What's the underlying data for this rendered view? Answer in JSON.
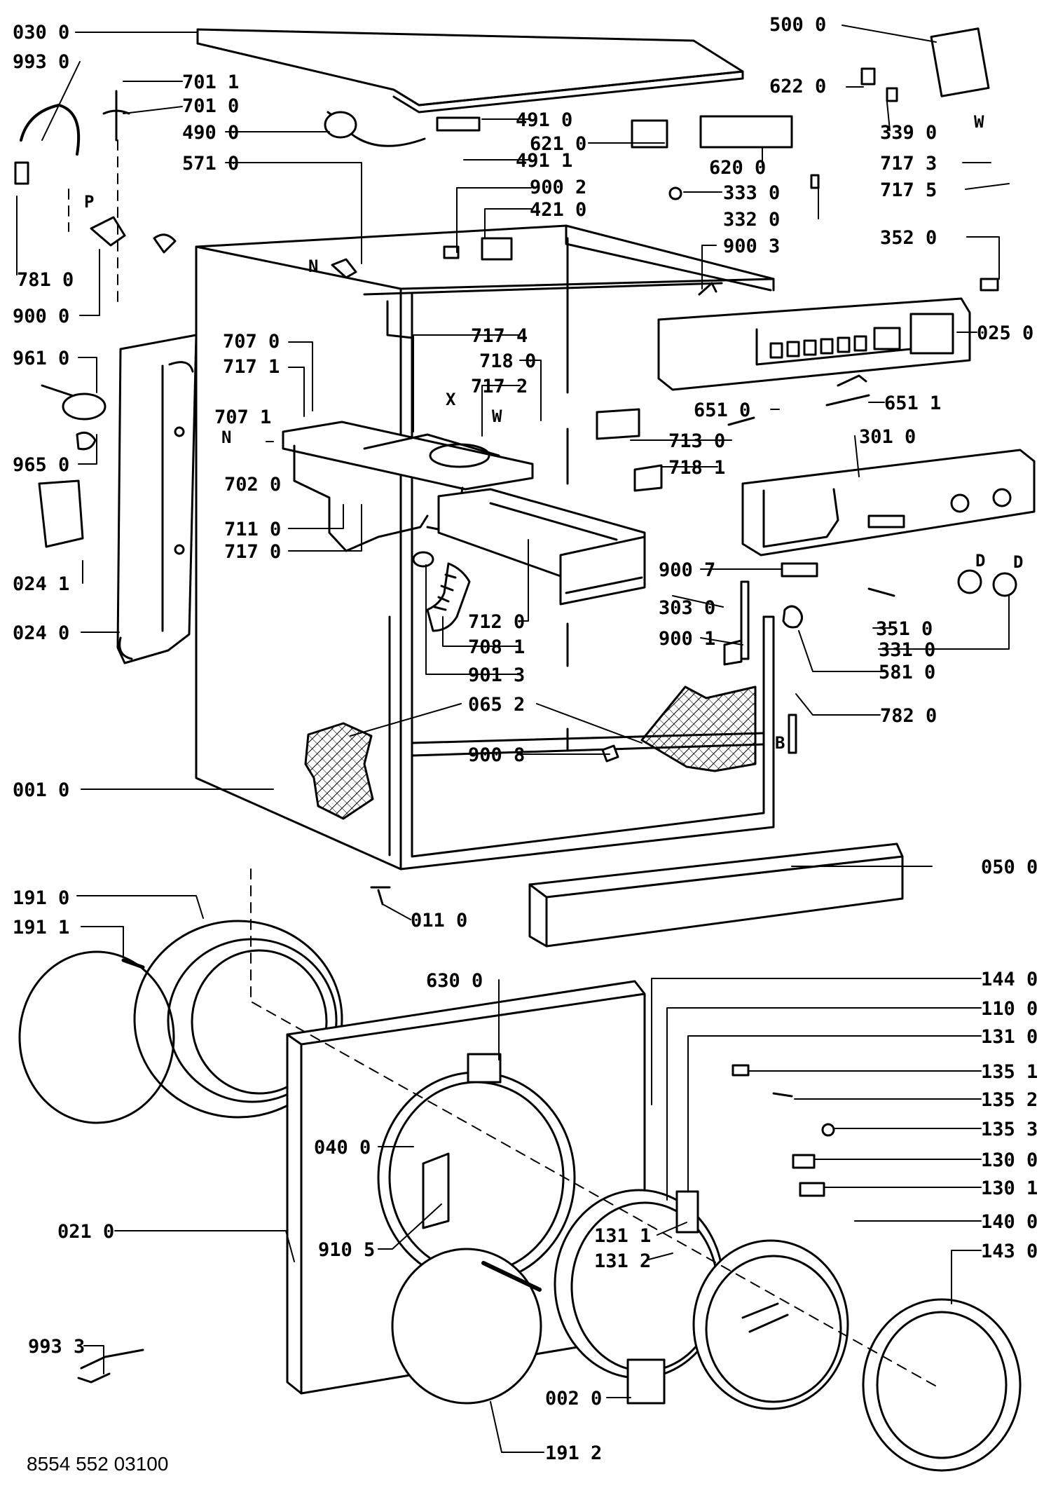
{
  "doc_number": "8554 552 03100",
  "letter_marks": {
    "p": "P",
    "n_top": "N",
    "n_left": "N",
    "x": "X",
    "w_mid": "W",
    "w_right": "W",
    "d1": "D",
    "d2": "D",
    "b": "B"
  },
  "labels": {
    "l0300": "030 0",
    "l9930": "993 0",
    "l7011": "701 1",
    "l7010": "701 0",
    "l4900": "490 0",
    "l5710": "571 0",
    "l7810": "781 0",
    "l9000": "900 0",
    "l9610": "961 0",
    "l9650": "965 0",
    "l0241": "024 1",
    "l0240": "024 0",
    "l7070": "707 0",
    "l7171": "717 1",
    "l7071": "707 1",
    "l7020": "702 0",
    "l7110": "711 0",
    "l7170": "717 0",
    "l0010": "001 0",
    "l4910": "491 0",
    "l6210": "621 0",
    "l4911": "491 1",
    "l9002": "900 2",
    "l4210": "421 0",
    "l7174": "717 4",
    "l7180": "718 0",
    "l7172": "717 2",
    "l7120": "712 0",
    "l7081": "708 1",
    "l9013": "901 3",
    "l0652": "065 2",
    "l9008": "900 8",
    "l0110": "011 0",
    "l5000": "500 0",
    "l6220": "622 0",
    "l3390": "339 0",
    "l7173": "717 3",
    "l7175": "717 5",
    "l6200": "620 0",
    "l3330": "333 0",
    "l3320": "332 0",
    "l3520": "352 0",
    "l9003": "900 3",
    "l0250": "025 0",
    "l6510": "651 0",
    "l6511": "651 1",
    "l7130": "713 0",
    "l3010": "301 0",
    "l7181": "718 1",
    "l9007": "900 7",
    "l3030": "303 0",
    "l9001": "900 1",
    "l3510": "351 0",
    "l3310": "331 0",
    "l5810": "581 0",
    "l7820": "782 0",
    "l0500": "050 0",
    "l1910": "191 0",
    "l1911": "191 1",
    "l6300": "630 0",
    "l1440": "144 0",
    "l1100": "110 0",
    "l1310": "131 0",
    "l1351": "135 1",
    "l1352": "135 2",
    "l1353": "135 3",
    "l1300": "130 0",
    "l1301": "130 1",
    "l1400": "140 0",
    "l1430": "143 0",
    "l0400": "040 0",
    "l0210": "021 0",
    "l9105": "910 5",
    "l1311": "131 1",
    "l1312": "131 2",
    "l9933": "993 3",
    "l0020": "002 0",
    "l1912": "191 2"
  }
}
